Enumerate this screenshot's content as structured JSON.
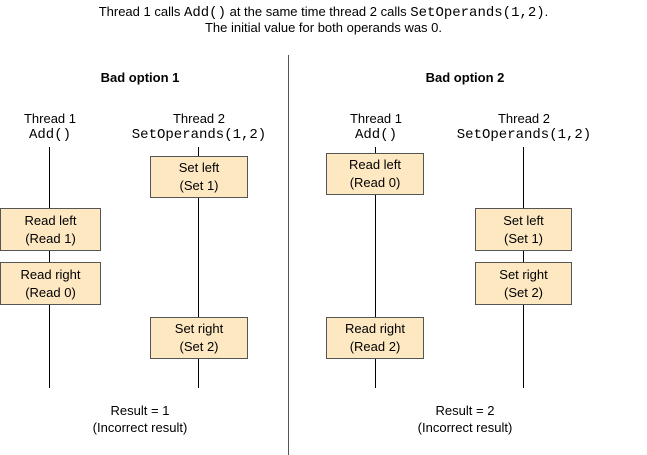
{
  "header": {
    "prefix": "Thread 1 calls ",
    "add_code": "Add()",
    "middle": " at the same time thread 2 calls ",
    "set_code": "SetOperands(1,2)",
    "suffix": ".",
    "line2": "The initial value for both operands was 0."
  },
  "panels": [
    {
      "heading": "Bad option 1",
      "thread1": {
        "name": "Thread 1",
        "call": "Add()"
      },
      "thread2": {
        "name": "Thread 2",
        "call": "SetOperands(1,2)"
      },
      "boxes": [
        {
          "line1": "Set left",
          "line2": "(Set 1)"
        },
        {
          "line1": "Read left",
          "line2": "(Read 1)"
        },
        {
          "line1": "Read right",
          "line2": "(Read 0)"
        },
        {
          "line1": "Set right",
          "line2": "(Set 2)"
        }
      ],
      "result": "Result = 1",
      "result_note": "(Incorrect result)"
    },
    {
      "heading": "Bad option 2",
      "thread1": {
        "name": "Thread 1",
        "call": "Add()"
      },
      "thread2": {
        "name": "Thread 2",
        "call": "SetOperands(1,2)"
      },
      "boxes": [
        {
          "line1": "Read left",
          "line2": "(Read 0)"
        },
        {
          "line1": "Set left",
          "line2": "(Set 1)"
        },
        {
          "line1": "Set right",
          "line2": "(Set 2)"
        },
        {
          "line1": "Read right",
          "line2": "(Read 2)"
        }
      ],
      "result": "Result = 2",
      "result_note": "(Incorrect result)"
    }
  ],
  "colors": {
    "box_fill": "#fde8c2",
    "box_border": "#555555"
  }
}
